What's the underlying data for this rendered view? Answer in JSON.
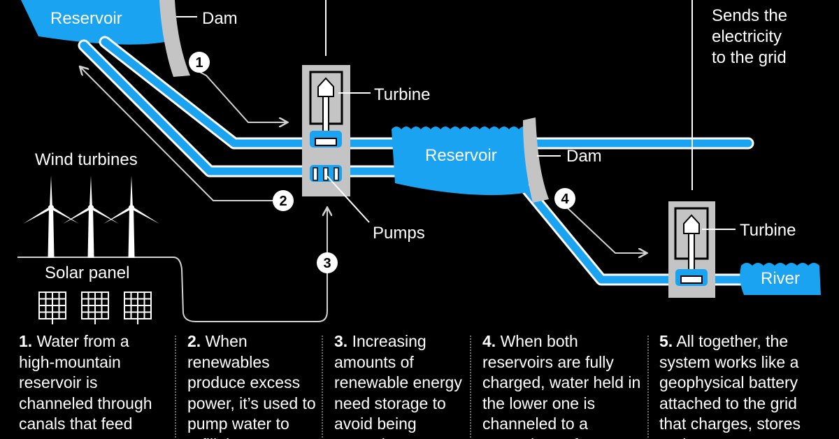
{
  "labels": {
    "upper_reservoir": "Reservoir",
    "upper_dam": "Dam",
    "grid_text": [
      "Sends the",
      "electricity",
      "to the grid"
    ],
    "turbine_top": "Turbine",
    "lower_reservoir": "Reservoir",
    "lower_dam": "Dam",
    "wind_turbines": "Wind turbines",
    "solar_panel": "Solar panel",
    "pumps": "Pumps",
    "turbine_bottom": "Turbine",
    "river": "River"
  },
  "step_markers": [
    "1",
    "2",
    "3",
    "4"
  ],
  "captions": [
    {
      "num": "1.",
      "text": "Water from a high-mountain reservoir is channeled through canals that feed"
    },
    {
      "num": "2.",
      "text": "When renewables produce excess power, it’s used to pump water to refill the"
    },
    {
      "num": "3.",
      "text": "Increasing amounts of renewable energy need storage to avoid being wasted"
    },
    {
      "num": "4.",
      "text": "When both reservoirs are fully charged, water held in the lower one is channeled to a second set of"
    },
    {
      "num": "5.",
      "text": "All together, the system works like a geophysical battery attached to the grid that charges, stores and generates"
    }
  ],
  "colors": {
    "water": "#1aa3f0",
    "dam": "#c4c4c4",
    "background": "#000000",
    "arrow": "#d2d2d2"
  }
}
